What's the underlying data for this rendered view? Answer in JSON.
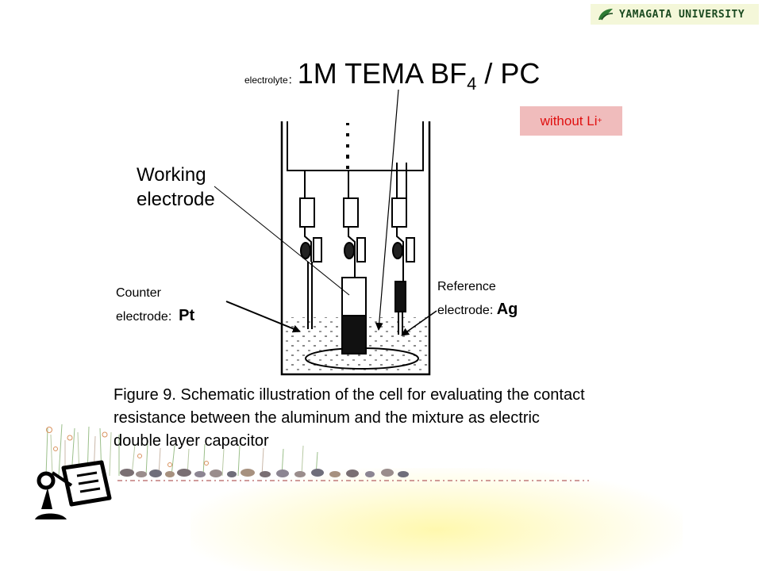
{
  "logo": {
    "text": "YAMAGATA UNIVERSITY"
  },
  "electrolyte": {
    "prefix": "electrolyte：",
    "formula_main": "1M TEMA BF",
    "formula_sub": "4",
    "formula_tail": " / PC"
  },
  "badge": {
    "text": "without Li",
    "superscript": "+"
  },
  "labels": {
    "working_line1": "Working",
    "working_line2": "electrode",
    "counter_line1": "Counter",
    "counter_line2": "electrode:",
    "counter_material": "Pt",
    "reference_line1": "Reference",
    "reference_line2": "electrode:",
    "reference_material": "Ag"
  },
  "caption": {
    "line1": "Figure 9. Schematic illustration of the cell for evaluating the contact",
    "line2": "resistance between the aluminum and the mixture as electric",
    "line3": "double layer capacitor"
  },
  "colors": {
    "badge_bg": "#f0bcbc",
    "badge_text": "#e01010",
    "logo_bg": "#f4f7d9",
    "logo_text": "#1b4a20"
  }
}
